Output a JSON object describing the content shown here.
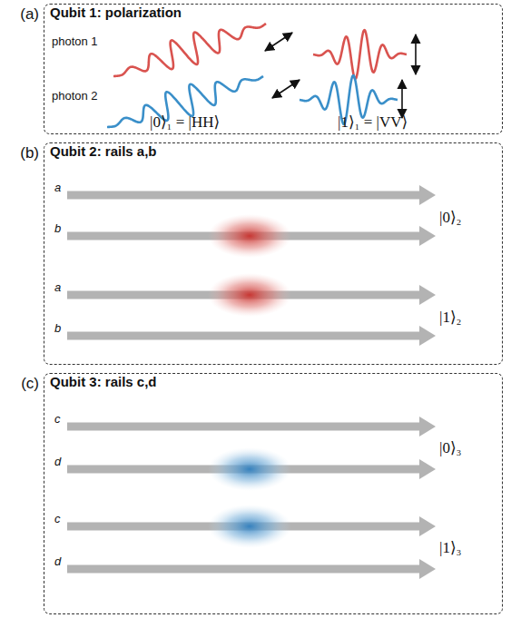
{
  "diagram": {
    "nodes": [
      {
        "text": [
          "(a)",
          "Qubit 1: polarization"
        ]
      },
      {
        "text": [
          "(b)",
          "Qubit 2: rails a,b"
        ]
      },
      {
        "text": [
          "(c)",
          "Qubit 3: rails c,d"
        ]
      }
    ],
    "labels": [
      "photon 1",
      "photon 2",
      "|0⟩₁ = |HH⟩",
      "|1⟩₁ = |VV⟩",
      "a",
      "b",
      "|0⟩₂",
      "a",
      "b",
      "|1⟩₂",
      "c",
      "d",
      "|0⟩₃",
      "c",
      "d",
      "|1⟩₃"
    ]
  }
}
